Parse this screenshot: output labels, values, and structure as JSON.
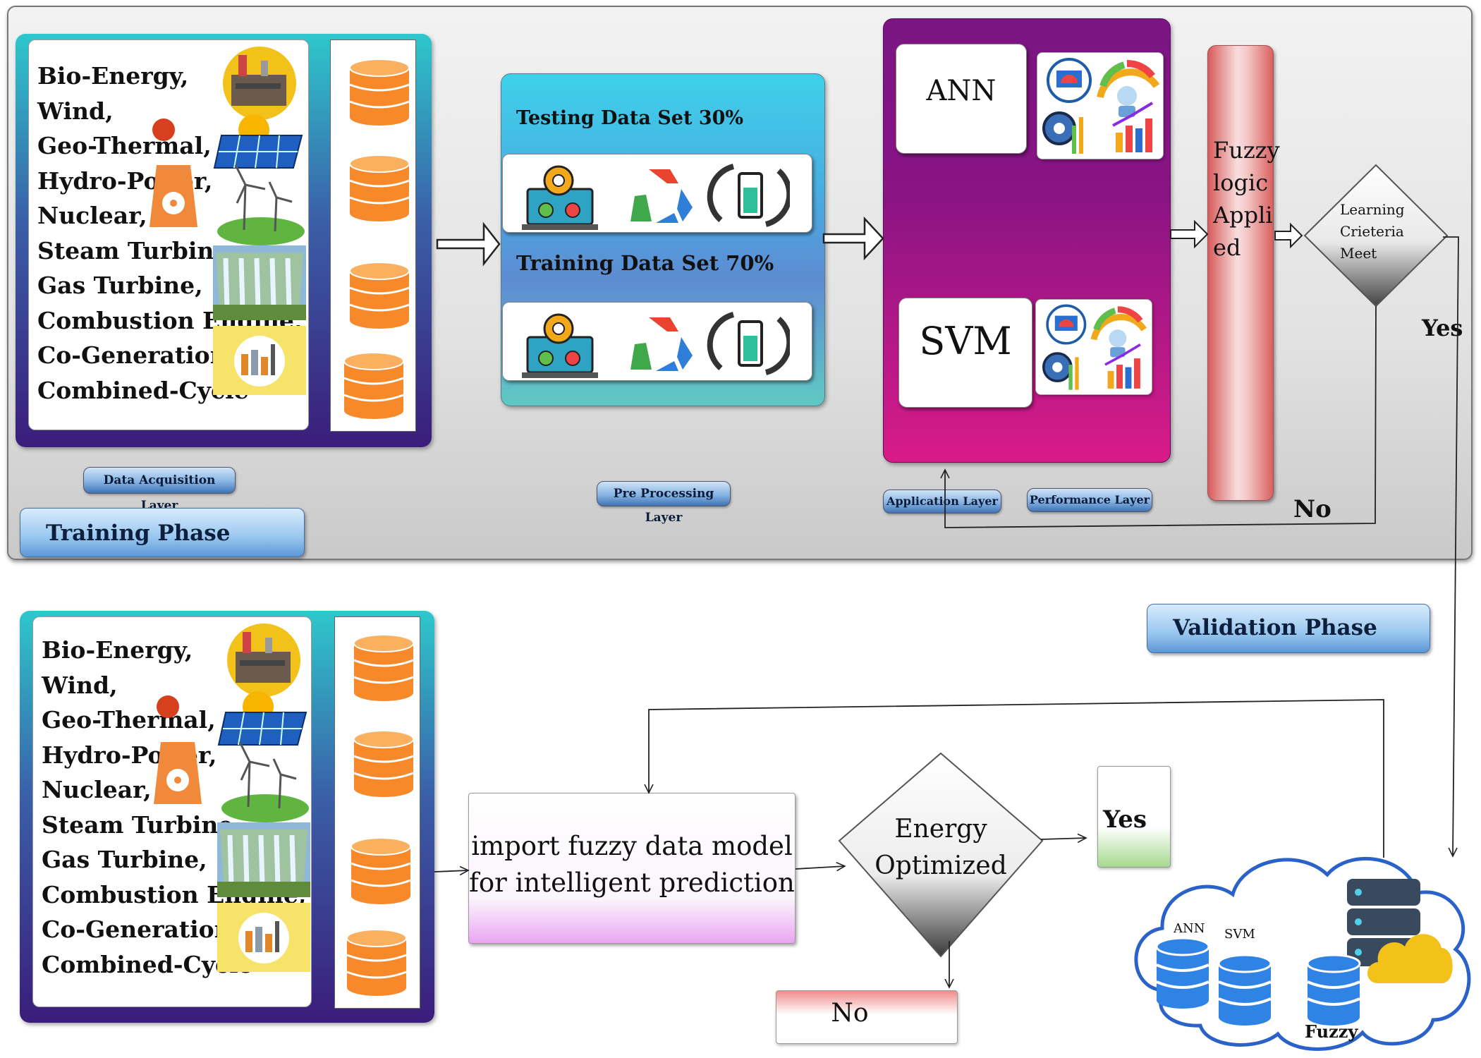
{
  "sources_text": [
    "Bio-Energy,",
    "Wind,",
    "Geo-Thermal,",
    "Hydro-Power,",
    "Nuclear,",
    "Steam Turbine,",
    "Gas Turbine,",
    "Combustion Engine,",
    " Co-Generation,",
    "Combined-Cycle"
  ],
  "training": {
    "phase_label": "Training Phase",
    "data_acquisition_label": "Data Acquisition Layer",
    "pre_processing_label": "Pre Processing Layer",
    "application_label": "Application Layer",
    "performance_label": "Performance Layer",
    "testing_label": "Testing Data Set 30%",
    "training_label": "Training Data Set 70%",
    "ann_label": "ANN",
    "svm_label": "SVM",
    "fuzzy_lines": [
      "Fuzzy",
      "logic",
      "Appli",
      "ed"
    ],
    "decision_lines": [
      "Learning",
      "Crieteria",
      "Meet"
    ],
    "yes_label": "Yes",
    "no_label": "No"
  },
  "validation": {
    "phase_label": "Validation Phase",
    "import_lines": [
      "import fuzzy data model",
      "for intelligent prediction"
    ],
    "energy_lines": [
      "Energy",
      "Optimized"
    ],
    "yes_label": "Yes",
    "no_label": "No",
    "cloud_db_labels": [
      "ANN",
      "SVM",
      "Fuzzy"
    ]
  },
  "colors": {
    "db_orange": "#f7892a",
    "purple_panel_top": "#7a1583",
    "purple_panel_bottom": "#d81b89",
    "fuzzy_bar": "#e26b6b",
    "cloud_outline": "#2a62c9",
    "cloud_db_blue": "#2f83e4",
    "sun_yellow": "#f2c21b"
  },
  "icons": [
    "power-plant-icon",
    "solar-panel-icon",
    "wind-turbine-icon",
    "nuclear-icon",
    "dam-icon",
    "factory-icon",
    "database-icon",
    "gear-laptop-icon",
    "recycle-icon",
    "battery-icon",
    "monitor-icon",
    "gauge-icon",
    "bar-chart-icon",
    "cloud-icon",
    "server-icon"
  ]
}
